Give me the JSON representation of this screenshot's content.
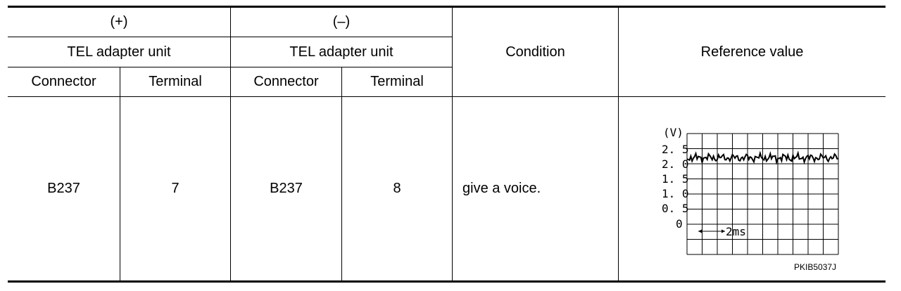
{
  "header": {
    "plus_symbol": "(+)",
    "minus_symbol": "(–)",
    "unit_plus": "TEL adapter unit",
    "unit_minus": "TEL adapter unit",
    "connector_plus": "Connector",
    "terminal_plus": "Terminal",
    "connector_minus": "Connector",
    "terminal_minus": "Terminal",
    "condition": "Condition",
    "reference": "Reference value"
  },
  "row": {
    "connector_plus": "B237",
    "terminal_plus": "7",
    "connector_minus": "B237",
    "terminal_minus": "8",
    "condition": "give a voice."
  },
  "waveform": {
    "unit_label": "(V)",
    "y_ticks": [
      "2. 5",
      "2. 0",
      "1. 5",
      "1. 0",
      "0. 5",
      "0"
    ],
    "time_label": "2ms",
    "figure_code": "PKIB5037J",
    "signal_level_v": 2.2
  }
}
